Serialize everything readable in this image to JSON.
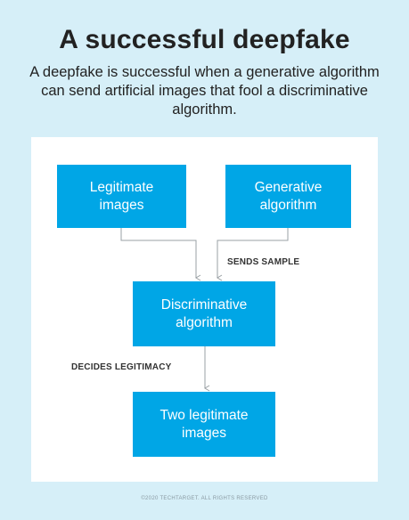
{
  "title": "A successful deepfake",
  "subtitle": "A deepfake is successful when a generative algorithm can send artificial images that fool a discriminative algorithm.",
  "nodes": {
    "legitimate_images": "Legitimate\nimages",
    "generative_algorithm": "Generative\nalgorithm",
    "discriminative_algorithm": "Discriminative\nalgorithm",
    "two_legitimate_images": "Two legitimate\nimages"
  },
  "edges": {
    "sends_sample": "SENDS SAMPLE",
    "decides_legitimacy": "DECIDES LEGITIMACY"
  },
  "colors": {
    "box": "#00a6e6",
    "background": "#d6eff8",
    "line": "#9aa0a4"
  },
  "footer": "©2020 TECHTARGET. ALL RIGHTS RESERVED"
}
